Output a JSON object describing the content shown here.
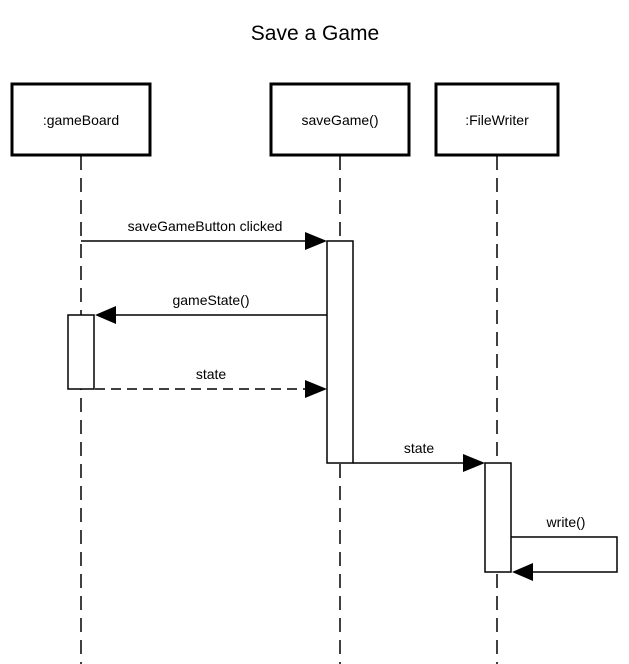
{
  "diagram": {
    "title": "Save a Game",
    "participants": [
      {
        "id": "gameboard",
        "label": ":gameBoard"
      },
      {
        "id": "savegame",
        "label": "saveGame()"
      },
      {
        "id": "filewriter",
        "label": ":FileWriter"
      }
    ],
    "messages": [
      {
        "from": "gameboard",
        "to": "savegame",
        "label": "saveGameButton clicked",
        "style": "solid"
      },
      {
        "from": "savegame",
        "to": "gameboard",
        "label": "gameState()",
        "style": "solid"
      },
      {
        "from": "gameboard",
        "to": "savegame",
        "label": "state",
        "style": "dashed"
      },
      {
        "from": "savegame",
        "to": "filewriter",
        "label": "state",
        "style": "solid"
      },
      {
        "from": "filewriter",
        "to": "filewriter",
        "label": "write()",
        "style": "solid"
      }
    ]
  }
}
